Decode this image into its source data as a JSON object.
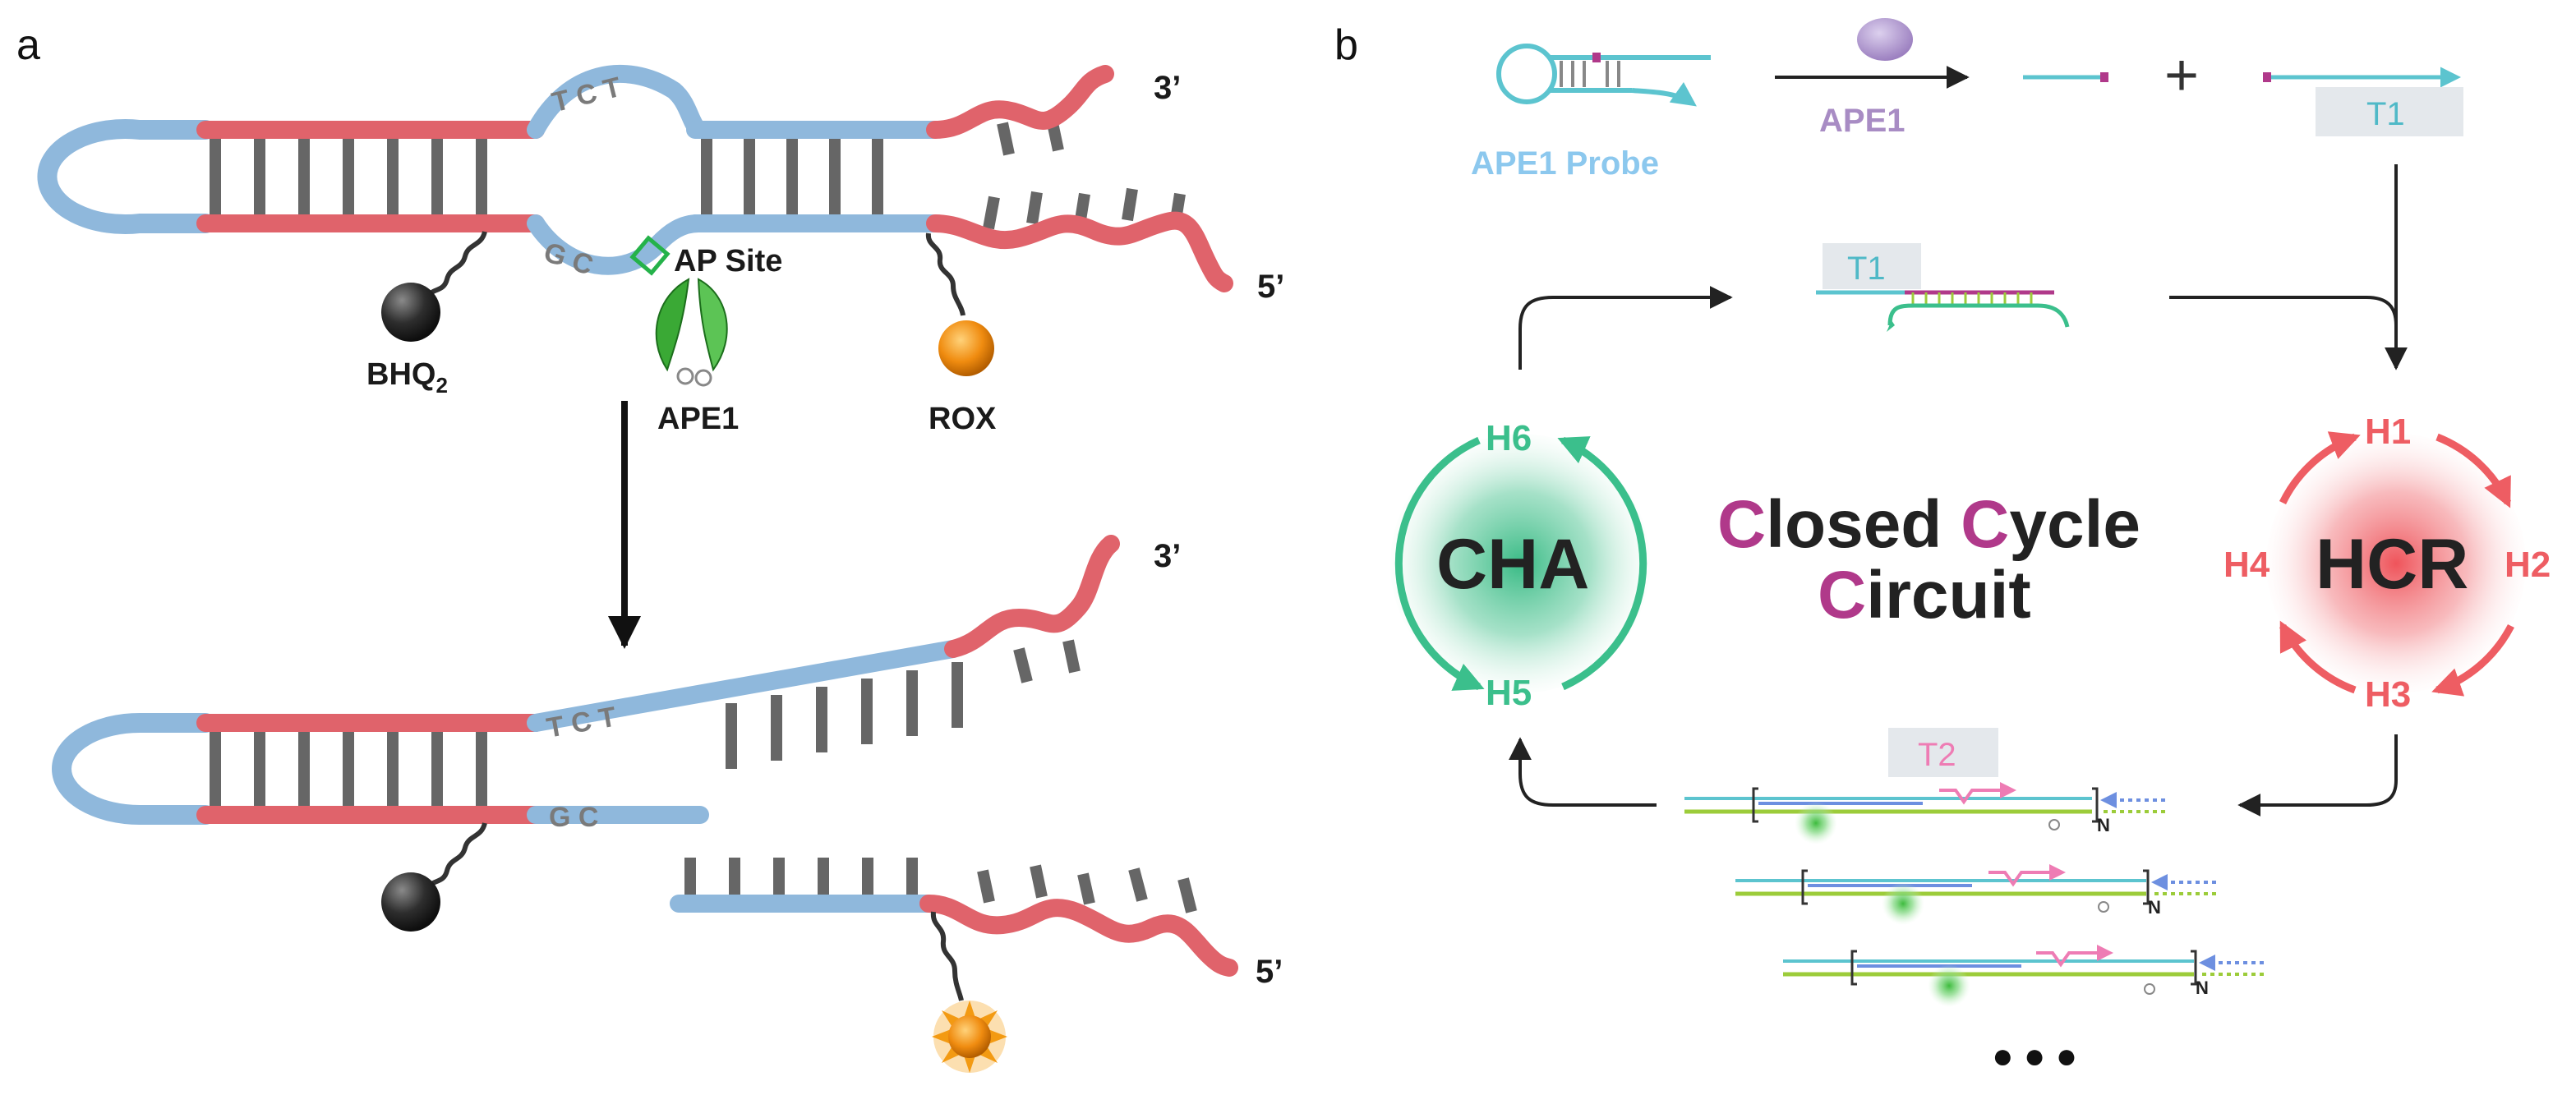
{
  "panel_a": {
    "letter": "a",
    "ap_site": "AP Site",
    "quencher": "BHQ",
    "quencher_sub": "2",
    "enzyme": "APE1",
    "fluorophore": "ROX",
    "end_3": "3’",
    "end_5": "5’",
    "loop_bases_top": "T C T",
    "loop_bases_bottom": "G C",
    "colors": {
      "blue_strand": "#8fb8dc",
      "red_strand": "#e0636b",
      "rung": "#666666",
      "ap_site": "#25b24a",
      "rox": "#f08c10"
    }
  },
  "panel_b": {
    "letter": "b",
    "probe_label": "APE1 Probe",
    "enzyme_label": "APE1",
    "plus": "+",
    "t1": "T1",
    "t2": "T2",
    "title_part1_cap": "C",
    "title_part1_rest": "losed ",
    "title_part2_cap": "C",
    "title_part2_rest": "ycle",
    "title_part3_cap": "C",
    "title_part3_rest": "ircuit",
    "cha": {
      "label": "CHA",
      "top": "H6",
      "bottom": "H5"
    },
    "hcr": {
      "label": "HCR",
      "top": "H1",
      "right": "H2",
      "bottom": "H3",
      "left": "H4"
    },
    "repeat_marker": "N",
    "ellipsis": "● ● ●",
    "colors": {
      "cha": "#3bbf8c",
      "hcr": "#ee5d63",
      "accent_c": "#b0398a",
      "probe_blue": "#5cc4cf",
      "ape1_purple": "#a88cc4",
      "green_strand": "#9ccc3a",
      "pink": "#ee7cb4"
    }
  }
}
